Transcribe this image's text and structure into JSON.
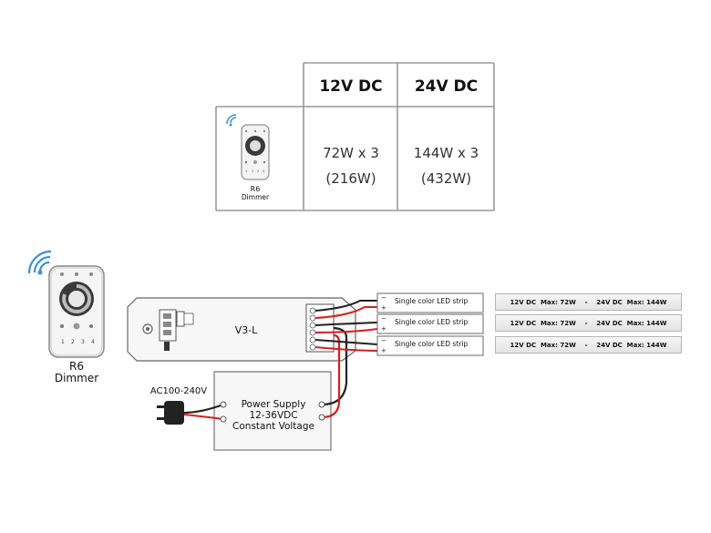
{
  "table": {
    "headers": [
      "12V DC",
      "24V DC"
    ],
    "remote_label_line1": "R6",
    "remote_label_line2": "Dimmer",
    "col12": {
      "line1": "72W x 3",
      "line2": "(216W)"
    },
    "col24": {
      "line1": "144W x 3",
      "line2": "(432W)"
    }
  },
  "remote": {
    "label_line1": "R6",
    "label_line2": "Dimmer",
    "buttons": [
      "1",
      "2",
      "3",
      "4"
    ]
  },
  "controller": {
    "label": "V3-L"
  },
  "power_supply": {
    "line1": "Power Supply",
    "line2": "12-36VDC",
    "line3": "Constant Voltage"
  },
  "ac_input": "AC100-240V",
  "strips": [
    {
      "label": "Single color LED strip",
      "spec": "12V DC  Max: 72W    -    24V DC  Max: 144W"
    },
    {
      "label": "Single color LED strip",
      "spec": "12V DC  Max: 72W    -    24V DC  Max: 144W"
    },
    {
      "label": "Single color LED strip",
      "spec": "12V DC  Max: 72W    -    24V DC  Max: 144W"
    }
  ],
  "colors": {
    "wire_black": "#222222",
    "wire_red": "#d42020",
    "wifi_blue": "#3b8fd8",
    "border": "#9a9a9a"
  }
}
